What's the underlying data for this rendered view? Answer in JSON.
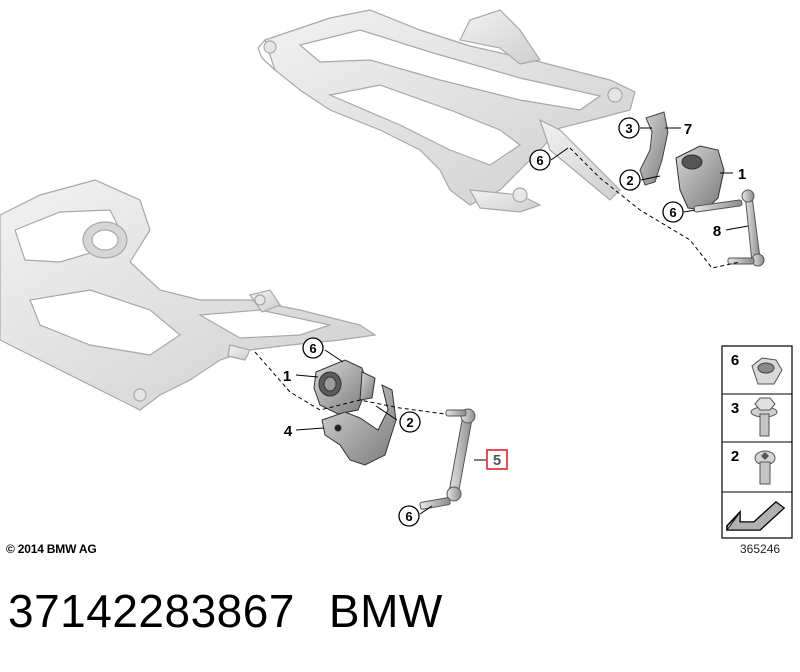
{
  "diagram": {
    "callouts": {
      "c1_top": "1",
      "c2_top": "2",
      "c3_top": "3",
      "c6_top_left": "6",
      "c6_top_right": "6",
      "c7_top": "7",
      "c8_top": "8",
      "c1_bottom": "1",
      "c2_bottom": "2",
      "c4_bottom": "4",
      "c5_bottom": "5",
      "c6_bottom_top": "6",
      "c6_bottom_low": "6"
    },
    "legend": {
      "items": [
        {
          "label": "6",
          "icon": "hex-nut-icon"
        },
        {
          "label": "3",
          "icon": "hex-flange-bolt-icon"
        },
        {
          "label": "2",
          "icon": "torx-screw-icon"
        }
      ],
      "direction_icon": "direction-arrow-icon"
    },
    "highlight_color": "#d9262e"
  },
  "footer": {
    "copyright": "© 2014 BMW AG",
    "diagram_number": "365246",
    "part_number": "37142283867",
    "brand": "BMW"
  }
}
